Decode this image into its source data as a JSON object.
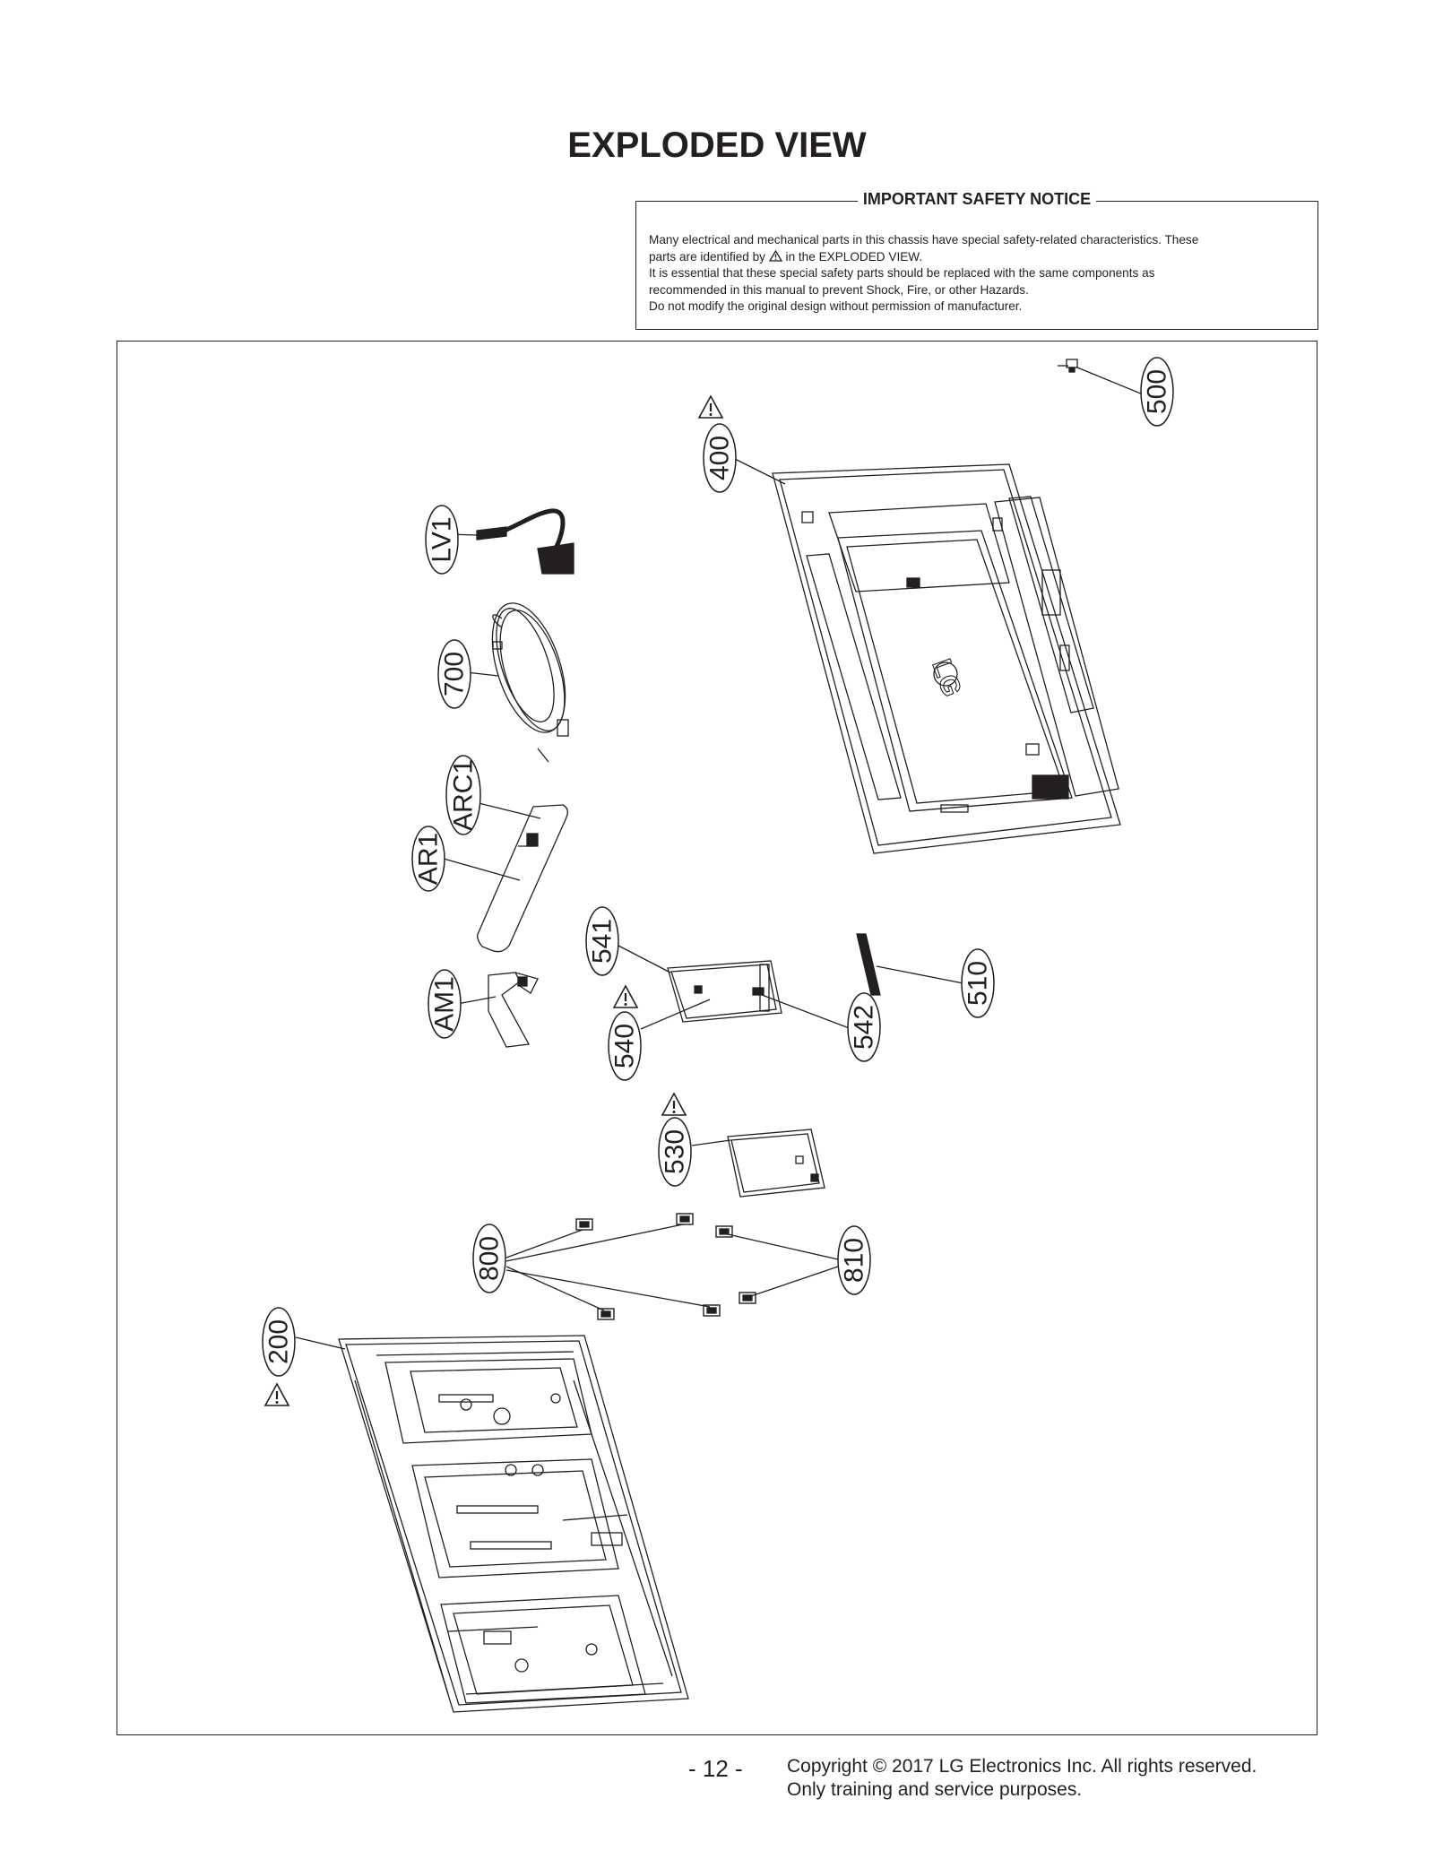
{
  "title": "EXPLODED VIEW",
  "notice": {
    "heading": "IMPORTANT SAFETY NOTICE",
    "line1": "Many electrical and mechanical parts in this chassis have special safety-related characteristics. These",
    "line2_pre": "parts are identified by",
    "line2_post": "in the EXPLODED VIEW.",
    "line3": "It is essential that these special safety parts should be replaced with the same components as",
    "line4": "recommended in this manual to prevent Shock, Fire, or other Hazards.",
    "line5": "Do not modify the original design without permission of manufacturer."
  },
  "callouts": {
    "c500": "500",
    "c400": "400",
    "lv1": "LV1",
    "c700": "700",
    "arc1": "ARC1",
    "ar1": "AR1",
    "c541": "541",
    "c510": "510",
    "am1": "AM1",
    "c540": "540",
    "c542": "542",
    "c530": "530",
    "c800": "800",
    "c810": "810",
    "c200": "200"
  },
  "logo_text": "LG",
  "footer": {
    "page": "- 12 -",
    "copyright": "Copyright © 2017 LG Electronics Inc. All rights reserved.",
    "usage": "Only training and service purposes."
  }
}
